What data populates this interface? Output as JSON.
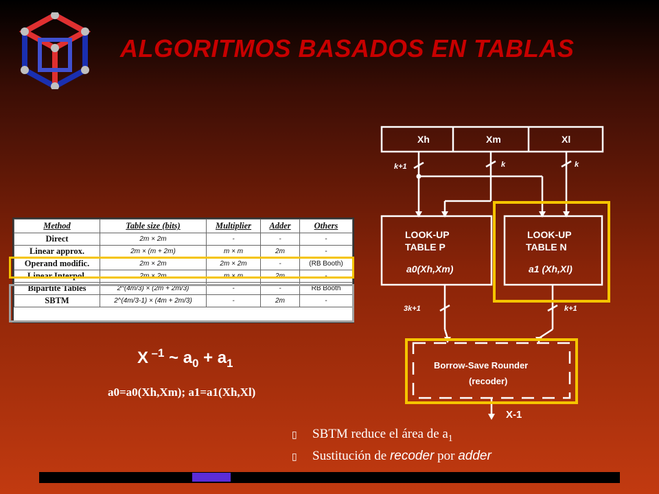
{
  "title": "ALGORITMOS BASADOS EN TABLAS",
  "table": {
    "headers": [
      "Method",
      "Table size (bits)",
      "Multiplier",
      "Adder",
      "Others"
    ],
    "rows": [
      [
        "Direct",
        "2m × 2m",
        "-",
        "-",
        "-"
      ],
      [
        "Linear approx.",
        "2m × (m + 2m)",
        "m × m",
        "2m",
        "-"
      ],
      [
        "Operand modific.",
        "2m × 2m",
        "2m × 2m",
        "-",
        "(RB Booth)"
      ],
      [
        "Linear Interpol.",
        "2m × 2m",
        "m × m",
        "2m",
        "-"
      ],
      [
        "Bipartite Tables",
        "2^(4m/3) × (2m + 2m/3)",
        "-",
        "-",
        "RB Booth"
      ],
      [
        "SBTM",
        "2^(4m/3-1) × (4m + 2m/3)",
        "-",
        "2m",
        "-"
      ]
    ]
  },
  "equations": {
    "main_x": "X",
    "main_exp": " –1",
    "main_rest": " ~ a",
    "main_s0": "0",
    "main_plus": " + a",
    "main_s1": "1",
    "def": "a0=a0(Xh,Xm); a1=a1(Xh,Xl)"
  },
  "diagram": {
    "inputs": [
      "Xh",
      "Xm",
      "Xl"
    ],
    "bus_labels": [
      "k+1",
      "k",
      "k",
      "3k+1",
      "k+1"
    ],
    "table_p": {
      "line1": "LOOK-UP",
      "line2": "TABLE  P",
      "func": "a0(Xh,Xm)"
    },
    "table_n": {
      "line1": "LOOK-UP",
      "line2": "TABLE  N",
      "func": "a1 (Xh,Xl)"
    },
    "rounder": {
      "line1": "Borrow-Save Rounder",
      "line2": "(recoder)"
    },
    "output": "X-1"
  },
  "bullets": [
    {
      "pre": "SBTM reduce el área de a",
      "sub": "1",
      "ital": "",
      "post": ""
    },
    {
      "pre": "Sustitución de ",
      "ital": "recoder",
      "mid": " por ",
      "ital2": "adder"
    }
  ],
  "colors": {
    "title": "#c80000",
    "highlight": "#f5c400",
    "highlight_gray": "#a0a0a0",
    "progress": "#5b2dd8"
  }
}
